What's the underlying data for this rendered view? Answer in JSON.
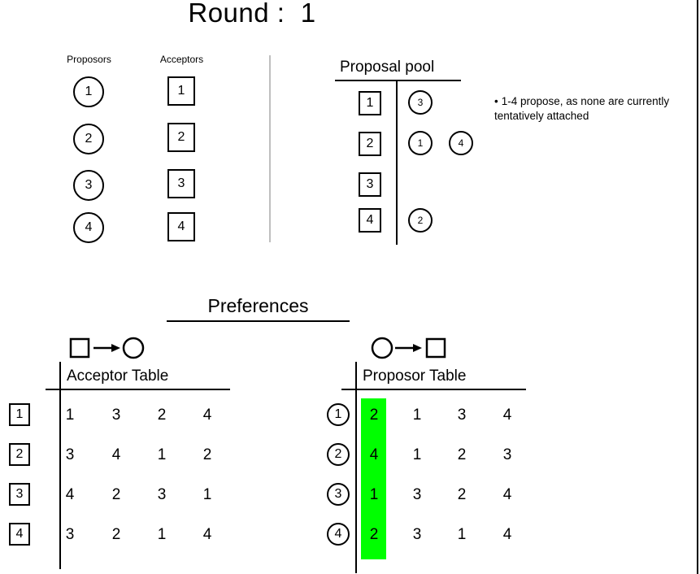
{
  "slide": {
    "title": "Round :  1"
  },
  "top_section": {
    "proposors_heading": "Proposors",
    "acceptors_heading": "Acceptors",
    "proposors": [
      "1",
      "2",
      "3",
      "4"
    ],
    "acceptors": [
      "1",
      "2",
      "3",
      "4"
    ]
  },
  "proposal_pool": {
    "title": "Proposal pool",
    "rows": [
      {
        "acceptor": "1",
        "proposors": [
          "3"
        ]
      },
      {
        "acceptor": "2",
        "proposors": [
          "1",
          "4"
        ]
      },
      {
        "acceptor": "3",
        "proposors": []
      },
      {
        "acceptor": "4",
        "proposors": [
          "2"
        ]
      }
    ]
  },
  "note": {
    "bullet": "•",
    "text": "1-4 propose, as none are currently tentatively attached"
  },
  "preferences": {
    "title": "Preferences",
    "acceptor_table": {
      "name": "Acceptor Table",
      "mapping_from": "square",
      "mapping_to": "circle",
      "rows": [
        {
          "id": "1",
          "prefs": [
            "1",
            "3",
            "2",
            "4"
          ]
        },
        {
          "id": "2",
          "prefs": [
            "3",
            "4",
            "1",
            "2"
          ]
        },
        {
          "id": "3",
          "prefs": [
            "4",
            "2",
            "3",
            "1"
          ]
        },
        {
          "id": "4",
          "prefs": [
            "3",
            "2",
            "1",
            "4"
          ]
        }
      ]
    },
    "proposor_table": {
      "name": "Proposor Table",
      "mapping_from": "circle",
      "mapping_to": "square",
      "highlight_color": "#00ff00",
      "highlighted_column": 0,
      "rows": [
        {
          "id": "1",
          "prefs": [
            "2",
            "1",
            "3",
            "4"
          ]
        },
        {
          "id": "2",
          "prefs": [
            "4",
            "1",
            "2",
            "3"
          ]
        },
        {
          "id": "3",
          "prefs": [
            "1",
            "3",
            "2",
            "4"
          ]
        },
        {
          "id": "4",
          "prefs": [
            "2",
            "3",
            "1",
            "4"
          ]
        }
      ]
    }
  }
}
